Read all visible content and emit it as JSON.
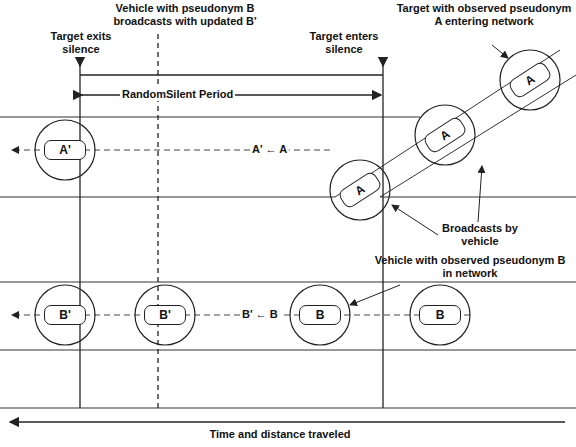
{
  "diagram": {
    "nodes": [
      {
        "text": [
          "A'"
        ]
      },
      {
        "text": [
          "A"
        ]
      },
      {
        "text": [
          "A"
        ]
      },
      {
        "text": [
          "A"
        ]
      },
      {
        "text": [
          "B'"
        ]
      },
      {
        "text": [
          "B'"
        ]
      },
      {
        "text": [
          "B"
        ]
      },
      {
        "text": [
          "B"
        ]
      }
    ],
    "labels": [
      "Vehicle with pseudonym B broadcasts with updated B'",
      "Target with observed pseudonym A entering network",
      "Target exits silence",
      "Target enters silence",
      "RandomSilent Period",
      "A' ← A",
      "B' ← B",
      "Broadcasts by vehicle",
      "Vehicle with observed pseudonym B in network",
      "Time and distance traveled"
    ]
  }
}
